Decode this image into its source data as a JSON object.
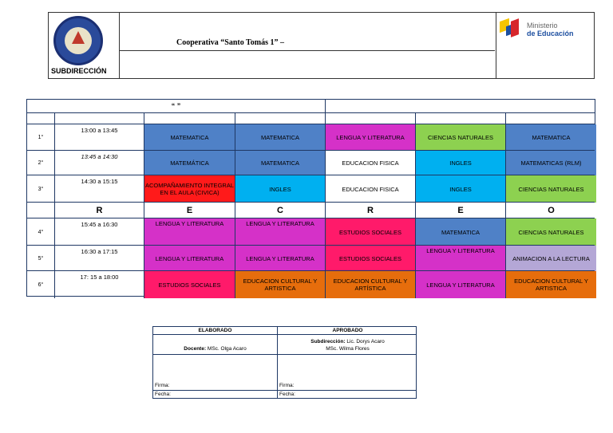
{
  "header": {
    "subdireccion": "SUBDIRECCIÓN",
    "cooperativa": "Cooperativa “Santo Tomás 1” –",
    "ministerio_line1": "Ministerio",
    "ministerio_line2": "de Educación"
  },
  "schedule": {
    "title": "“ ”",
    "rows": [
      {
        "num": "1°",
        "time": "13:00 a 13:45",
        "cells": [
          "MATEMATICA",
          "MATEMATICA",
          "LENGUA Y LITERATURA",
          "CIENCIAS NATURALES",
          "MATEMATICA"
        ]
      },
      {
        "num": "2°",
        "time": "13:45 a 14:30",
        "cells": [
          "MATEMÁTICA",
          "MATEMATICA",
          "EDUCACION FISICA",
          "INGLES",
          "MATEMATICAS (RLM)"
        ]
      },
      {
        "num": "3°",
        "time": "14:30 a 15:15",
        "cells": [
          "ACOMPAÑAMIENTO INTEGRAL EN EL AULA (CIVICA)",
          "INGLES",
          "EDUCACION FISICA",
          "INGLES",
          "CIENCIAS NATURALES"
        ]
      },
      {
        "num": "",
        "time": "R",
        "cells": [
          "E",
          "C",
          "R",
          "E",
          "O"
        ]
      },
      {
        "num": "4°",
        "time": "15:45 a 16:30",
        "cells": [
          "LENGUA Y LITERATURA",
          "LENGUA Y LITERATURA",
          "ESTUDIOS SOCIALES",
          "MATEMATICA",
          "CIENCIAS NATURALES"
        ]
      },
      {
        "num": "5°",
        "time": "16:30 a 17:15",
        "cells": [
          "LENGUA Y LITERATURA",
          "LENGUA Y LITERATURA",
          "ESTUDIOS SOCIALES",
          "LENGUA Y LITERATURA",
          "ANIMACION A LA LECTURA"
        ]
      },
      {
        "num": "6°",
        "time": "17: 15 a 18:00",
        "cells": [
          "ESTUDIOS SOCIALES",
          "EDUCACION CULTURAL Y ARTISTICA",
          "EDUCACION CULTURAL Y ARTÍSTICA",
          "LENGUA Y LITERATURA",
          "EDUCACION CULTURAL Y ARTISTICA"
        ]
      }
    ]
  },
  "signatures": {
    "elaborado": "ELABORADO",
    "aprobado": "APROBADO",
    "docente_label": "Docente:",
    "docente_name": "MSc. Olga Acaro",
    "subdireccion_label": "Subdirección:",
    "subdireccion_name": "Lic. Dorys Acaro",
    "subdireccion_name2": "MSc. Wilma Flores",
    "firma": "Firma:",
    "fecha": "Fecha:"
  },
  "colors": {
    "blue": "#4f81c7",
    "pink": "#d531c8",
    "green": "#8dd150",
    "cyan": "#00b0f0",
    "red": "#ff1a1a",
    "rose": "#ff1a6a",
    "orange": "#e66d0c",
    "lavender": "#b4a7d6"
  }
}
